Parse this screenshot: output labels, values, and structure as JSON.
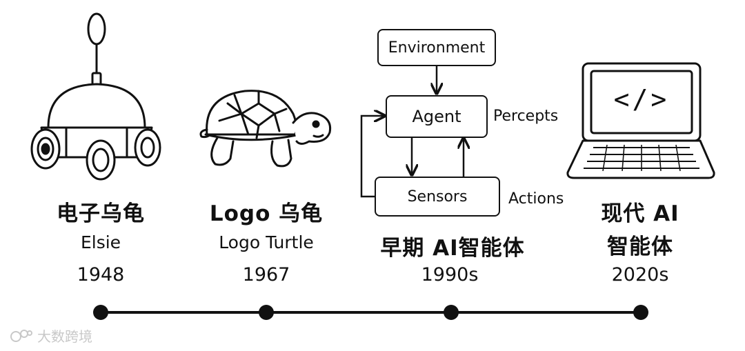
{
  "timeline": [
    {
      "title": "电子乌龟",
      "subtitle": "Elsie",
      "year": "1948",
      "icon": "elsie-robot-icon"
    },
    {
      "title": "Logo 乌龟",
      "subtitle": "Logo Turtle",
      "year": "1967",
      "icon": "turtle-icon"
    },
    {
      "title": "早期 AI智能体",
      "subtitle": "",
      "year": "1990s",
      "icon": "agent-diagram"
    },
    {
      "title_line1": "现代 AI",
      "title_line2": "智能体",
      "year": "2020s",
      "icon": "laptop-code-icon"
    }
  ],
  "agent_diagram": {
    "environment": "Environment",
    "agent": "Agent",
    "sensors": "Sensors",
    "percepts": "Percepts",
    "actions": "Actions"
  },
  "laptop_code": "</>",
  "watermark": {
    "text": "大数跨境",
    "icon": "logo-mark-icon"
  },
  "colors": {
    "ink": "#111111",
    "background": "#ffffff",
    "watermark": "#c8c8c8"
  }
}
